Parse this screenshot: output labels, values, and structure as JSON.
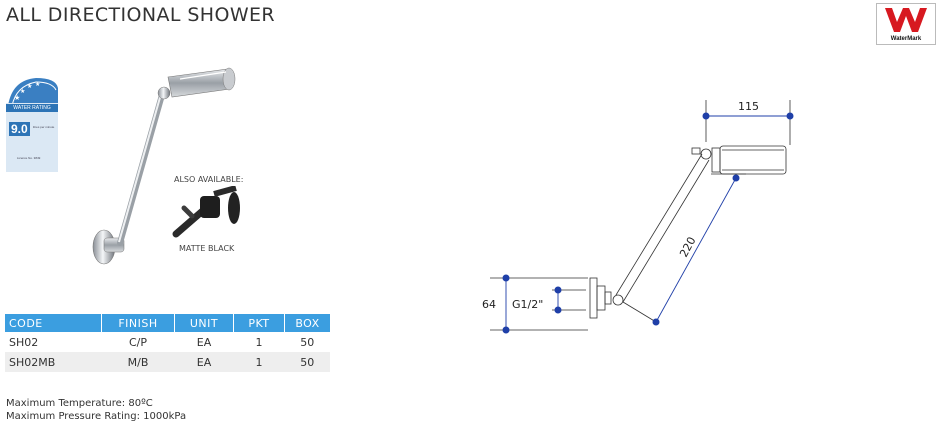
{
  "header": {
    "title": "ALL DIRECTIONAL SHOWER",
    "certification_logo_text": "WaterMark"
  },
  "water_rating_badge": {
    "label": "WATER RATING",
    "value": "9.0",
    "unit_text": "litres per minute",
    "licence": "Licence No. 3849"
  },
  "product": {
    "also_available_label": "ALSO AVAILABLE:",
    "alternate_finish_label": "MATTE BLACK"
  },
  "spec_table": {
    "headers": [
      "CODE",
      "FINISH",
      "UNIT",
      "PKT",
      "BOX"
    ],
    "rows": [
      [
        "SH02",
        "C/P",
        "EA",
        "1",
        "50"
      ],
      [
        "SH02MB",
        "M/B",
        "EA",
        "1",
        "50"
      ]
    ]
  },
  "notes": {
    "max_temperature": "Maximum Temperature: 80ºC",
    "max_pressure": "Maximum Pressure Rating: 1000kPa"
  },
  "diagram": {
    "dim_head_width": "115",
    "dim_arm_length": "220",
    "dim_flange_height": "64",
    "thread_size": "G1/2\""
  },
  "colors": {
    "table_header": "#3b9ee0",
    "row_shade": "#eeeeee",
    "logo_red": "#d71920",
    "dimension_blue": "#1f3fa8"
  }
}
